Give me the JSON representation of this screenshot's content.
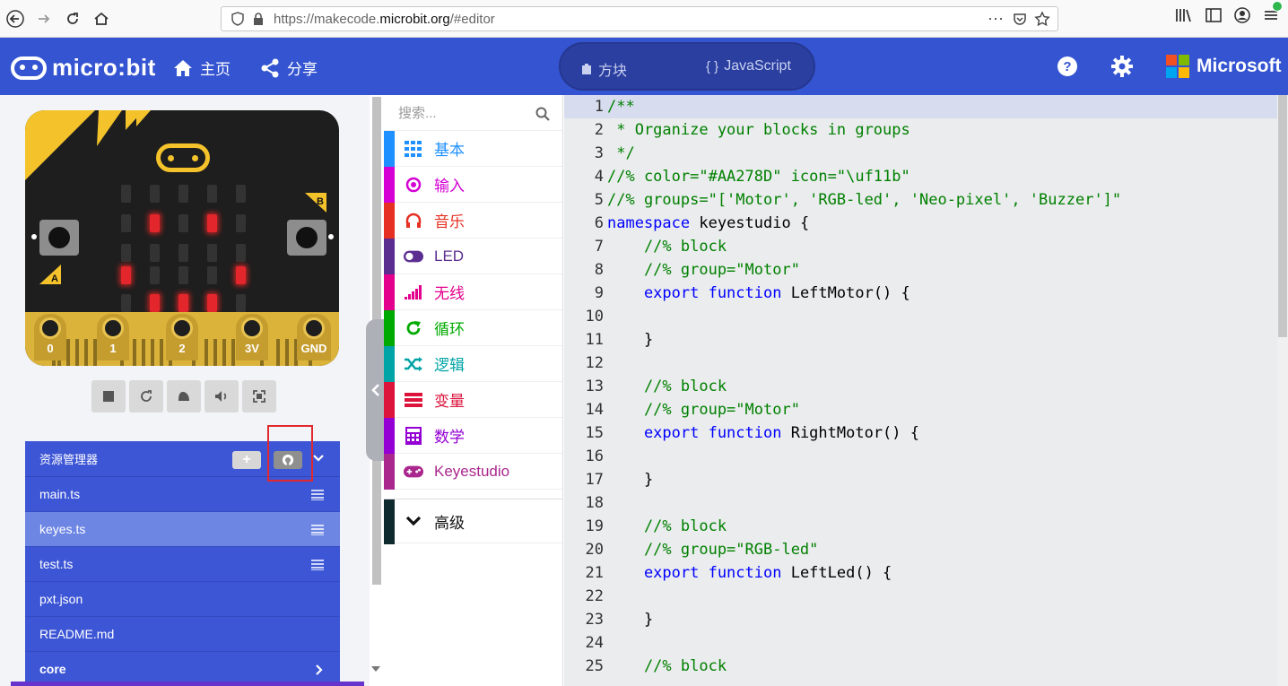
{
  "browser": {
    "url_prefix": "https://makecode.",
    "url_host": "microbit.org",
    "url_path": "/#editor"
  },
  "header": {
    "logo_text": "micro:bit",
    "home_label": "主页",
    "share_label": "分享",
    "mode_blocks": "方块",
    "mode_js": "JavaScript",
    "ms_label": "Microsoft",
    "colors": {
      "bar": "#3454d1"
    }
  },
  "simulator": {
    "pins": [
      "0",
      "1",
      "2",
      "3V",
      "GND"
    ],
    "button_a": "A",
    "button_b": "B"
  },
  "explorer": {
    "title": "资源管理器",
    "files": [
      {
        "name": "main.ts"
      },
      {
        "name": "keyes.ts"
      },
      {
        "name": "test.ts"
      },
      {
        "name": "pxt.json"
      },
      {
        "name": "README.md"
      },
      {
        "name": "core"
      }
    ]
  },
  "toolbox": {
    "search_placeholder": "搜索...",
    "categories": [
      {
        "label": "基本",
        "color": "#1e90ff",
        "icon": "grid-icon"
      },
      {
        "label": "输入",
        "color": "#d400d4",
        "icon": "target-icon"
      },
      {
        "label": "音乐",
        "color": "#e63022",
        "icon": "headphones-icon"
      },
      {
        "label": "LED",
        "color": "#5c2d91",
        "icon": "toggle-icon"
      },
      {
        "label": "无线",
        "color": "#e3008c",
        "icon": "signal-icon"
      },
      {
        "label": "循环",
        "color": "#00aa00",
        "icon": "refresh-icon"
      },
      {
        "label": "逻辑",
        "color": "#00a4a6",
        "icon": "shuffle-icon"
      },
      {
        "label": "变量",
        "color": "#dc143c",
        "icon": "lines-icon"
      },
      {
        "label": "数学",
        "color": "#9400d3",
        "icon": "calculator-icon"
      },
      {
        "label": "Keyestudio",
        "color": "#aa278d",
        "icon": "gamepad-icon"
      }
    ],
    "advanced_label": "高级"
  },
  "editor": {
    "lines": [
      {
        "n": "1",
        "text": "/**"
      },
      {
        "n": "2",
        "text": " * Organize your blocks in groups"
      },
      {
        "n": "3",
        "text": " */"
      },
      {
        "n": "4",
        "text": "//% color=\"#AA278D\" icon=\"\\uf11b\""
      },
      {
        "n": "5",
        "text": "//% groups=\"['Motor', 'RGB-led', 'Neo-pixel', 'Buzzer']\""
      },
      {
        "n": "6",
        "kw": "namespace",
        "rest": " keyestudio {"
      },
      {
        "n": "7",
        "text": "    //% block"
      },
      {
        "n": "8",
        "text": "    //% group=\"Motor\""
      },
      {
        "n": "9",
        "kw": "    export function",
        "rest": " LeftMotor() {"
      },
      {
        "n": "10",
        "rest": ""
      },
      {
        "n": "11",
        "rest": "    }"
      },
      {
        "n": "12",
        "rest": ""
      },
      {
        "n": "13",
        "text": "    //% block"
      },
      {
        "n": "14",
        "text": "    //% group=\"Motor\""
      },
      {
        "n": "15",
        "kw": "    export function",
        "rest": " RightMotor() {"
      },
      {
        "n": "16",
        "rest": ""
      },
      {
        "n": "17",
        "rest": "    }"
      },
      {
        "n": "18",
        "rest": ""
      },
      {
        "n": "19",
        "text": "    //% block"
      },
      {
        "n": "20",
        "text": "    //% group=\"RGB-led\""
      },
      {
        "n": "21",
        "kw": "    export function",
        "rest": " LeftLed() {"
      },
      {
        "n": "22",
        "rest": ""
      },
      {
        "n": "23",
        "rest": "    }"
      },
      {
        "n": "24",
        "rest": ""
      },
      {
        "n": "25",
        "text": "    //% block"
      }
    ]
  }
}
